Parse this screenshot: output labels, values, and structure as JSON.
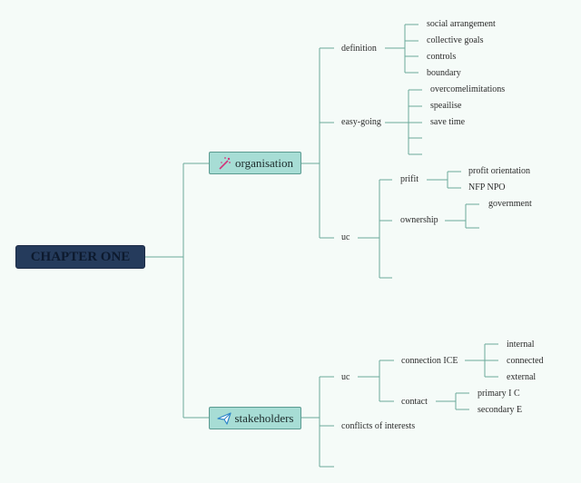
{
  "root": "CHAPTER ONE",
  "branches": {
    "organisation": "organisation",
    "stakeholders": "stakeholders"
  },
  "organisation": {
    "definition": "definition",
    "definition_items": [
      "social arrangement",
      "collective goals",
      "controls",
      "boundary"
    ],
    "easy_going": "easy-going",
    "easy_going_items": [
      "overcomelimitations",
      "speailise",
      "save time"
    ],
    "uc": "uc",
    "prifit": "prifit",
    "prifit_items": [
      "profit orientation",
      "NFP NPO"
    ],
    "ownership": "ownership",
    "ownership_items": [
      "government"
    ]
  },
  "stakeholders": {
    "uc": "uc",
    "connection_ice": "connection ICE",
    "connection_items": [
      "internal",
      "connected",
      "external"
    ],
    "contact": "contact",
    "contact_items": [
      "primary I C",
      "secondary E"
    ],
    "conflicts": "conflicts of interests"
  },
  "colors": {
    "line": "#6aaa9a",
    "root_fill": "#253b5c",
    "branch_fill": "#a7ddd5"
  }
}
